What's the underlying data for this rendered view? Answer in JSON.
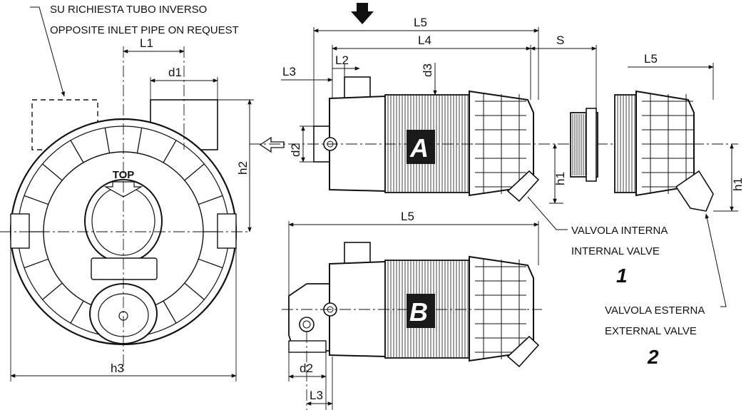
{
  "notes": {
    "reverse_it": "SU RICHIESTA TUBO INVERSO",
    "reverse_en": "OPPOSITE INLET PIPE ON REQUEST",
    "internal_it": "VALVOLA INTERNA",
    "internal_en": "INTERNAL VALVE",
    "internal_num": "1",
    "external_it": "VALVOLA ESTERNA",
    "external_en": "EXTERNAL VALVE",
    "external_num": "2"
  },
  "front_view": {
    "top_label": "TOP",
    "dims": {
      "L1": "L1",
      "d1": "d1",
      "h2": "h2",
      "h3": "h3"
    }
  },
  "view_a": {
    "letter": "A",
    "dims": {
      "L5": "L5",
      "L4": "L4",
      "L3": "L3",
      "L2": "L2",
      "d3": "d3",
      "d2": "d2",
      "h1": "h1",
      "S": "S"
    }
  },
  "view_b": {
    "letter": "B",
    "dims": {
      "L5": "L5",
      "d2": "d2",
      "L3": "L3"
    }
  },
  "detail_2": {
    "dims": {
      "L5": "L5",
      "h1": "h1"
    }
  }
}
